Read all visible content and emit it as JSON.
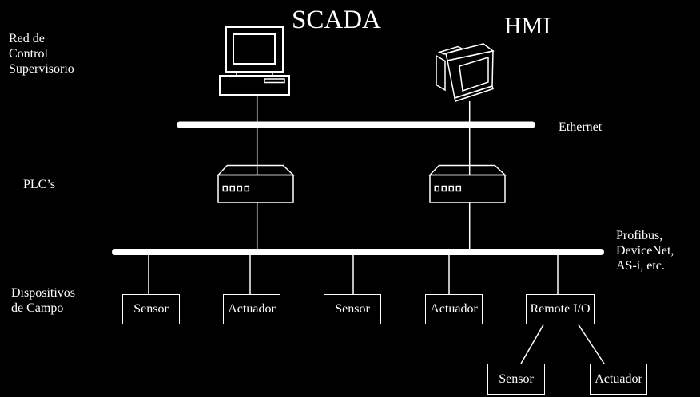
{
  "colors": {
    "background": "#000000",
    "line": "#ffffff",
    "text": "#ffffff"
  },
  "titles": {
    "scada": "SCADA",
    "hmi": "HMI"
  },
  "layer_labels": {
    "supervisory_line1": "Red de",
    "supervisory_line2": "Control",
    "supervisory_line3": "Supervisorio",
    "plc": "PLC’s",
    "field_line1": "Dispositivos",
    "field_line2": "de Campo"
  },
  "bus_labels": {
    "ethernet": "Ethernet",
    "fieldbus_line1": "Profibus,",
    "fieldbus_line2": "DeviceNet,",
    "fieldbus_line3": "AS-i, etc."
  },
  "icons": {
    "scada_workstation": "desktop-computer-icon",
    "hmi_terminal": "crt-monitor-icon",
    "plc_left": "plc-module-icon",
    "plc_right": "plc-module-icon"
  },
  "field_devices": [
    {
      "label": "Sensor"
    },
    {
      "label": "Actuador"
    },
    {
      "label": "Sensor"
    },
    {
      "label": "Actuador"
    },
    {
      "label": "Remote I/O"
    }
  ],
  "remote_io_children": [
    {
      "label": "Sensor"
    },
    {
      "label": "Actuador"
    }
  ]
}
